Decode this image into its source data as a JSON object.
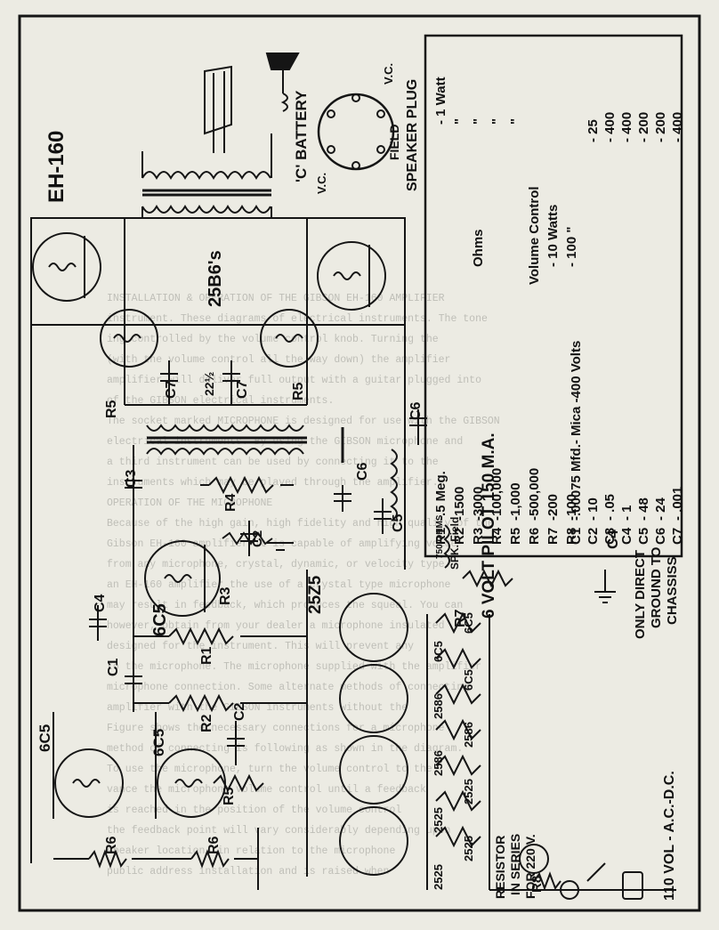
{
  "title": "EH-160",
  "tube_labels": {
    "output_pair": "25B6's",
    "preamp_top": "6C5",
    "preamp_left_a": "6C5",
    "preamp_left_b": "6C5",
    "rectifiers": "25Z5"
  },
  "component_labels": {
    "c3": "C3",
    "c4": "C4",
    "c6a": "C6",
    "c6b": "C6",
    "c5": "C5",
    "c7": "C7",
    "c7b": "C7",
    "c1": "C1",
    "c2a": "C2",
    "c2b": "C2",
    "c4b": "C4",
    "r1": "R1",
    "r2": "R2",
    "r3": "R3",
    "r4": "R4",
    "r5a": "R5",
    "r5b": "R5",
    "r5c": "R5",
    "r6a": "R6",
    "r6b": "R6",
    "r7": "R7",
    "r8": "R8",
    "c7_value": "22½",
    "plus": "+",
    "minus": "-",
    "field_ohms": "750 OHMS",
    "spk_field": "SPK. Field"
  },
  "speaker": {
    "battery": "'C' BATTERY",
    "plug_line1": "FIELD",
    "plug_line2": "SPEAKER PLUG",
    "vc_top": "V.C.",
    "vc_bottom": "V.C."
  },
  "pilot": "6 VOLT PILOT 150 M.A.",
  "chassis_note": [
    "ONLY DIRECT",
    "GROUND TO",
    "CHASSISS"
  ],
  "resistor_note": [
    "RESISTOR",
    "IN SERIES",
    "FOR 220 V."
  ],
  "mains": "110 VOL - A.C.-D.C.",
  "heater_string": [
    "2525",
    "2525",
    "2525",
    "2525",
    "2586",
    "2586",
    "2586",
    "6C5",
    "6C5",
    "6C5"
  ],
  "parts_list": {
    "resistors": [
      {
        "id": "R1",
        "value": "-.5 Meg.",
        "note": ""
      },
      {
        "id": "R2",
        "value": "-1500",
        "note": ""
      },
      {
        "id": "R3",
        "value": "-3000",
        "note": "Ohms"
      },
      {
        "id": "R4",
        "value": "-100,000",
        "note": ""
      },
      {
        "id": "R5",
        "value": "-1,000",
        "note": ""
      },
      {
        "id": "R6",
        "value": "-500,000",
        "note": "Volume Control"
      },
      {
        "id": "R7",
        "value": "-200",
        "note": "- 10 Watts"
      },
      {
        "id": "R8",
        "value": "-100",
        "note": "- 100 \""
      }
    ],
    "watt_column": [
      "- 1 Watt",
      "\"",
      "\"",
      "\"",
      "\""
    ],
    "capacitors": [
      {
        "id": "C1",
        "value": "-.00075 Mfd.- Mica -400 Volts"
      },
      {
        "id": "C2",
        "value": "- 10",
        "volts": "- 25"
      },
      {
        "id": "C3",
        "value": "- .05",
        "volts": "- 400"
      },
      {
        "id": "C4",
        "value": "- 1",
        "volts": "- 400"
      },
      {
        "id": "C5",
        "value": "- 48",
        "volts": "- 200"
      },
      {
        "id": "C6",
        "value": "- 24",
        "volts": "- 200"
      },
      {
        "id": "C7",
        "value": "- .001",
        "volts": "- 400"
      }
    ]
  },
  "background_text": [
    "INSTALLATION & OPERATION OF THE GIBSON EH-160 AMPLIFIER",
    "instrument. These diagrams of electrical instruments. The tone",
    "ing controlled by the volume control knob. Turning the",
    "(with the volume control all the way down) the amplifier",
    "amplifier will deliver full output with a guitar plugged into",
    "of the GIBSON electrical instruments.",
    "The socket marked MICROPHONE is designed for use with the GIBSON",
    "electrical instruments. By using the GIBSON microphone and",
    "a third instrument can be used by connecting it to the",
    "instruments which may be played through the amplifier.",
    "OPERATION OF THE MICROPHONE",
    "Because of the high gain, high fidelity and high quality of the",
    "Gibson EH-160 amplifier it is capable of amplifying voice",
    "from any microphone, crystal, dynamic, or velocity type.",
    "an EH-160 amplifier the use of a crystal type microphone",
    "may result in feedback, which produces the squeal. You can",
    "however, obtain from your dealer a microphone insulated",
    "designed for the instrument. This will prevent any",
    "to the microphone. The microphone supplied with the amplifier",
    "microphone connection. Some alternate methods of connecting",
    "amplifier with the GIBSON instruments without the",
    "Figure shows the necessary connections for a microphone",
    "method of connecting is following as shown in the diagram.",
    "To use the microphone, turn the volume control to the",
    "vance the microphone volume control until a feedback",
    "is reached in the position of the volume control",
    "the feedback point will vary considerably depending upon",
    "speaker location, in relation to the microphone",
    "public address installation and is raised when"
  ]
}
